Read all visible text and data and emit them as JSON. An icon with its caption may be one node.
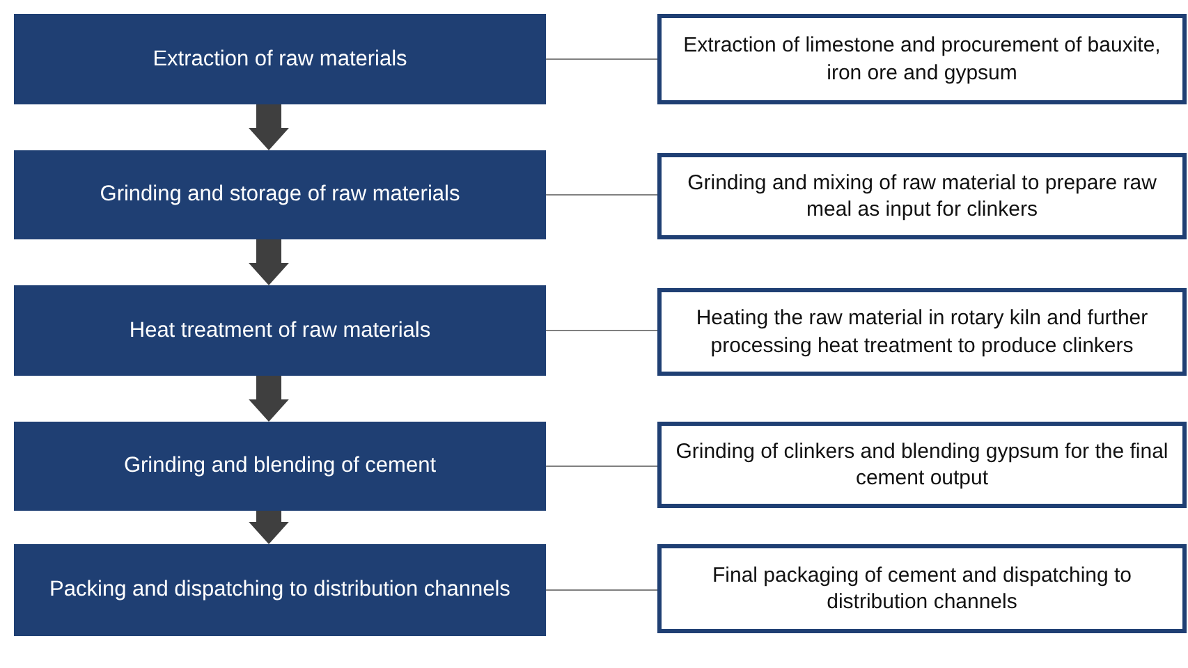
{
  "diagram": {
    "nodes": [
      {
        "text": [
          "Extraction of raw materials"
        ]
      },
      {
        "text": [
          "Grinding and storage of raw materials"
        ]
      },
      {
        "text": [
          "Heat treatment of raw materials"
        ]
      },
      {
        "text": [
          "Grinding and blending of cement"
        ]
      },
      {
        "text": [
          "Packing and dispatching to distribution channels"
        ]
      },
      {
        "text": [
          "Extraction of limestone and procurement of bauxite, iron ore and gypsum"
        ]
      },
      {
        "text": [
          "Grinding and mixing of raw material to prepare raw meal as input for clinkers"
        ]
      },
      {
        "text": [
          "Heating the raw material in rotary kiln and further processing heat treatment to produce clinkers"
        ]
      },
      {
        "text": [
          "Grinding of clinkers and blending gypsum for the final cement output"
        ]
      },
      {
        "text": [
          "Final packaging of cement and dispatching to distribution channels"
        ]
      }
    ],
    "edges": [
      {
        "from": 0,
        "to": 1,
        "arrow": "to",
        "style": "thick",
        "color": "#3f3f3f"
      },
      {
        "from": 1,
        "to": 2,
        "arrow": "to",
        "style": "thick",
        "color": "#3f3f3f"
      },
      {
        "from": 2,
        "to": 3,
        "arrow": "to",
        "style": "thick",
        "color": "#3f3f3f"
      },
      {
        "from": 3,
        "to": 4,
        "arrow": "to",
        "style": "thick",
        "color": "#3f3f3f"
      },
      {
        "from": 0,
        "to": 5,
        "arrow": "none"
      },
      {
        "from": 1,
        "to": 6,
        "arrow": "none"
      },
      {
        "from": 2,
        "to": 7,
        "arrow": "none"
      },
      {
        "from": 3,
        "to": 8,
        "arrow": "none"
      },
      {
        "from": 4,
        "to": 9,
        "arrow": "none"
      }
    ]
  }
}
